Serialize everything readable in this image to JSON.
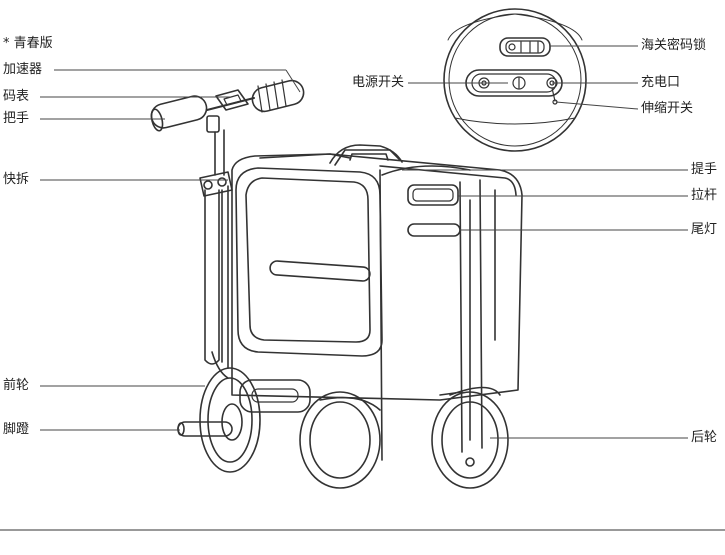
{
  "diagram": {
    "variant_note": "* 青春版",
    "labels": {
      "accelerator": "加速器",
      "speedometer": "码表",
      "handlebar": "把手",
      "quick_release": "快拆",
      "front_wheel": "前轮",
      "footrest": "脚蹬",
      "customs_lock": "海关密码锁",
      "power_switch": "电源开关",
      "charge_port": "充电口",
      "telescopic_switch": "伸缩开关",
      "carry_handle": "提手",
      "pull_rod": "拉杆",
      "tail_light": "尾灯",
      "rear_wheel": "后轮"
    }
  },
  "colors": {
    "stroke": "#333333",
    "leader": "#444444",
    "text": "#222222",
    "body_fill": "#ffffff",
    "shade": "#f2f2f2"
  }
}
